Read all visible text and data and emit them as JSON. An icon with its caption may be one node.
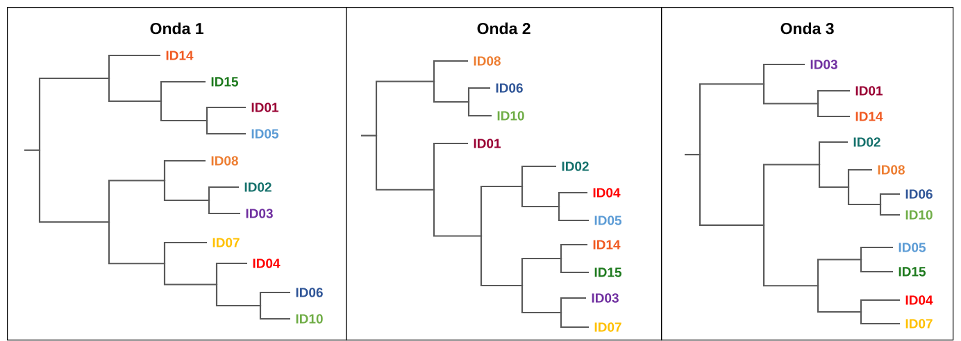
{
  "diagram": {
    "nodes": [
      {
        "text": [
          "Onda 1"
        ]
      },
      {
        "text": [
          "ID14"
        ],
        "in": 0
      },
      {
        "text": [
          "ID15"
        ],
        "in": 0
      },
      {
        "text": [
          "ID01"
        ],
        "in": 0
      },
      {
        "text": [
          "ID05"
        ],
        "in": 0
      },
      {
        "text": [
          "ID08"
        ],
        "in": 0
      },
      {
        "text": [
          "ID02"
        ],
        "in": 0
      },
      {
        "text": [
          "ID03"
        ],
        "in": 0
      },
      {
        "text": [
          "ID07"
        ],
        "in": 0
      },
      {
        "text": [
          "ID04"
        ],
        "in": 0
      },
      {
        "text": [
          "ID06"
        ],
        "in": 0
      },
      {
        "text": [
          "ID10"
        ],
        "in": 0
      },
      {
        "text": [],
        "shape": "point",
        "in": 0
      },
      {
        "text": [],
        "shape": "point",
        "in": 0
      },
      {
        "text": [],
        "shape": "point",
        "in": 0
      },
      {
        "text": [],
        "shape": "point",
        "in": 0
      },
      {
        "text": [],
        "shape": "point",
        "in": 0
      },
      {
        "text": [],
        "shape": "point",
        "in": 0
      },
      {
        "text": [],
        "shape": "point",
        "in": 0
      },
      {
        "text": [],
        "shape": "point",
        "in": 0
      },
      {
        "text": [],
        "shape": "point",
        "in": 0
      },
      {
        "text": [],
        "shape": "point",
        "in": 0
      },
      {
        "text": [
          "Onda 2"
        ]
      },
      {
        "text": [
          "ID08"
        ],
        "in": 22
      },
      {
        "text": [
          "ID06"
        ],
        "in": 22
      },
      {
        "text": [
          "ID10"
        ],
        "in": 22
      },
      {
        "text": [
          "ID01"
        ],
        "in": 22
      },
      {
        "text": [
          "ID02"
        ],
        "in": 22
      },
      {
        "text": [
          "ID04"
        ],
        "in": 22
      },
      {
        "text": [
          "ID05"
        ],
        "in": 22
      },
      {
        "text": [
          "ID14"
        ],
        "in": 22
      },
      {
        "text": [
          "ID15"
        ],
        "in": 22
      },
      {
        "text": [
          "ID03"
        ],
        "in": 22
      },
      {
        "text": [
          "ID07"
        ],
        "in": 22
      },
      {
        "text": [],
        "shape": "point",
        "in": 22
      },
      {
        "text": [],
        "shape": "point",
        "in": 22
      },
      {
        "text": [],
        "shape": "point",
        "in": 22
      },
      {
        "text": [],
        "shape": "point",
        "in": 22
      },
      {
        "text": [],
        "shape": "point",
        "in": 22
      },
      {
        "text": [],
        "shape": "point",
        "in": 22
      },
      {
        "text": [],
        "shape": "point",
        "in": 22
      },
      {
        "text": [],
        "shape": "point",
        "in": 22
      },
      {
        "text": [],
        "shape": "point",
        "in": 22
      },
      {
        "text": [],
        "shape": "point",
        "in": 22
      },
      {
        "text": [
          "Onda 3"
        ]
      },
      {
        "text": [
          "ID03"
        ],
        "in": 44
      },
      {
        "text": [
          "ID01"
        ],
        "in": 44
      },
      {
        "text": [
          "ID14"
        ],
        "in": 44
      },
      {
        "text": [
          "ID02"
        ],
        "in": 44
      },
      {
        "text": [
          "ID08"
        ],
        "in": 44
      },
      {
        "text": [
          "ID06"
        ],
        "in": 44
      },
      {
        "text": [
          "ID10"
        ],
        "in": 44
      },
      {
        "text": [
          "ID05"
        ],
        "in": 44
      },
      {
        "text": [
          "ID15"
        ],
        "in": 44
      },
      {
        "text": [
          "ID04"
        ],
        "in": 44
      },
      {
        "text": [
          "ID07"
        ],
        "in": 44
      },
      {
        "text": [],
        "shape": "point",
        "in": 44
      },
      {
        "text": [],
        "shape": "point",
        "in": 44
      },
      {
        "text": [],
        "shape": "point",
        "in": 44
      },
      {
        "text": [],
        "shape": "point",
        "in": 44
      },
      {
        "text": [],
        "shape": "point",
        "in": 44
      },
      {
        "text": [],
        "shape": "point",
        "in": 44
      },
      {
        "text": [],
        "shape": "point",
        "in": 44
      },
      {
        "text": [],
        "shape": "point",
        "in": 44
      },
      {
        "text": [],
        "shape": "point",
        "in": 44
      },
      {
        "text": [],
        "shape": "point",
        "in": 44
      }
    ],
    "edges": [
      {
        "from": null,
        "to": 12,
        "arrow": "none"
      },
      {
        "from": 12,
        "to": 13,
        "arrow": "none"
      },
      {
        "from": 12,
        "to": 14,
        "arrow": "none"
      },
      {
        "from": 13,
        "to": 1,
        "arrow": "none"
      },
      {
        "from": 13,
        "to": 15,
        "arrow": "none"
      },
      {
        "from": 15,
        "to": 2,
        "arrow": "none"
      },
      {
        "from": 15,
        "to": 18,
        "arrow": "none"
      },
      {
        "from": 18,
        "to": 3,
        "arrow": "none"
      },
      {
        "from": 18,
        "to": 4,
        "arrow": "none"
      },
      {
        "from": 14,
        "to": 16,
        "arrow": "none"
      },
      {
        "from": 14,
        "to": 17,
        "arrow": "none"
      },
      {
        "from": 16,
        "to": 5,
        "arrow": "none"
      },
      {
        "from": 16,
        "to": 19,
        "arrow": "none"
      },
      {
        "from": 19,
        "to": 6,
        "arrow": "none"
      },
      {
        "from": 19,
        "to": 7,
        "arrow": "none"
      },
      {
        "from": 17,
        "to": 8,
        "arrow": "none"
      },
      {
        "from": 17,
        "to": 20,
        "arrow": "none"
      },
      {
        "from": 20,
        "to": 9,
        "arrow": "none"
      },
      {
        "from": 20,
        "to": 21,
        "arrow": "none"
      },
      {
        "from": 21,
        "to": 10,
        "arrow": "none"
      },
      {
        "from": 21,
        "to": 11,
        "arrow": "none"
      },
      {
        "from": null,
        "to": 34,
        "arrow": "none"
      },
      {
        "from": 34,
        "to": 35,
        "arrow": "none"
      },
      {
        "from": 34,
        "to": 36,
        "arrow": "none"
      },
      {
        "from": 35,
        "to": 23,
        "arrow": "none"
      },
      {
        "from": 35,
        "to": 37,
        "arrow": "none"
      },
      {
        "from": 37,
        "to": 24,
        "arrow": "none"
      },
      {
        "from": 37,
        "to": 25,
        "arrow": "none"
      },
      {
        "from": 36,
        "to": 26,
        "arrow": "none"
      },
      {
        "from": 36,
        "to": 38,
        "arrow": "none"
      },
      {
        "from": 38,
        "to": 39,
        "arrow": "none"
      },
      {
        "from": 38,
        "to": 40,
        "arrow": "none"
      },
      {
        "from": 39,
        "to": 27,
        "arrow": "none"
      },
      {
        "from": 39,
        "to": 41,
        "arrow": "none"
      },
      {
        "from": 41,
        "to": 28,
        "arrow": "none"
      },
      {
        "from": 41,
        "to": 29,
        "arrow": "none"
      },
      {
        "from": 40,
        "to": 42,
        "arrow": "none"
      },
      {
        "from": 40,
        "to": 43,
        "arrow": "none"
      },
      {
        "from": 42,
        "to": 30,
        "arrow": "none"
      },
      {
        "from": 42,
        "to": 31,
        "arrow": "none"
      },
      {
        "from": 43,
        "to": 32,
        "arrow": "none"
      },
      {
        "from": 43,
        "to": 33,
        "arrow": "none"
      },
      {
        "from": null,
        "to": 56,
        "arrow": "none"
      },
      {
        "from": 56,
        "to": 57,
        "arrow": "none"
      },
      {
        "from": 56,
        "to": 58,
        "arrow": "none"
      },
      {
        "from": 57,
        "to": 45,
        "arrow": "none"
      },
      {
        "from": 57,
        "to": 59,
        "arrow": "none"
      },
      {
        "from": 59,
        "to": 46,
        "arrow": "none"
      },
      {
        "from": 59,
        "to": 47,
        "arrow": "none"
      },
      {
        "from": 58,
        "to": 60,
        "arrow": "none"
      },
      {
        "from": 58,
        "to": 61,
        "arrow": "none"
      },
      {
        "from": 60,
        "to": 48,
        "arrow": "none"
      },
      {
        "from": 60,
        "to": 62,
        "arrow": "none"
      },
      {
        "from": 62,
        "to": 49,
        "arrow": "none"
      },
      {
        "from": 62,
        "to": 65,
        "arrow": "none"
      },
      {
        "from": 65,
        "to": 50,
        "arrow": "none"
      },
      {
        "from": 65,
        "to": 51,
        "arrow": "none"
      },
      {
        "from": 61,
        "to": 63,
        "arrow": "none"
      },
      {
        "from": 61,
        "to": 64,
        "arrow": "none"
      },
      {
        "from": 63,
        "to": 52,
        "arrow": "none"
      },
      {
        "from": 63,
        "to": 53,
        "arrow": "none"
      },
      {
        "from": 64,
        "to": 54,
        "arrow": "none"
      },
      {
        "from": 64,
        "to": 55,
        "arrow": "none"
      }
    ]
  }
}
